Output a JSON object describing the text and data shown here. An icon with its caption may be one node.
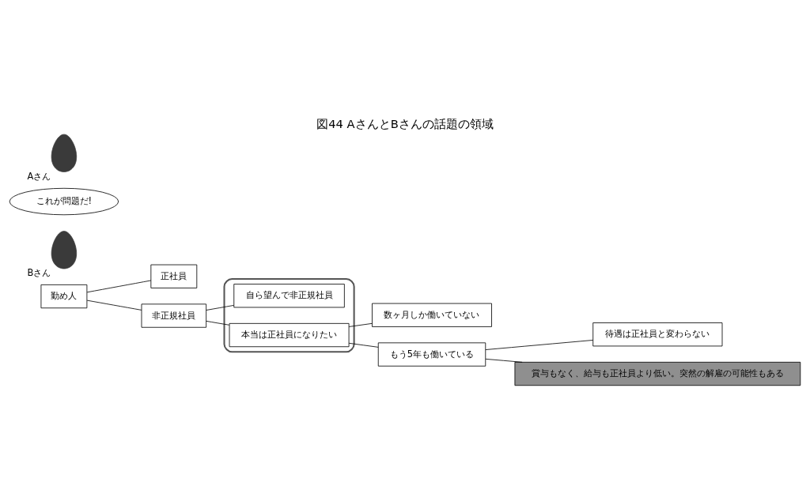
{
  "diagram": {
    "title": "図44 AさんとBさんの話題の領域",
    "nodes": [
      {
        "text": [
          "勤め人"
        ]
      },
      {
        "text": [
          "正社員"
        ]
      },
      {
        "text": [
          "非正規社員"
        ]
      },
      {
        "text": [],
        "shape": "box"
      },
      {
        "text": [
          "自ら望んで非正規社員"
        ],
        "in": 3
      },
      {
        "text": [
          "本当は正社員になりたい"
        ],
        "in": 3
      },
      {
        "text": [
          "数ヶ月しか働いていない"
        ]
      },
      {
        "text": [
          "もう5年も働いている"
        ]
      },
      {
        "text": [
          "待遇は正社員と変わらない"
        ]
      },
      {
        "text": [
          "賞与もなく、給与も正社員より低い。突然の解雇の可能性もある"
        ]
      },
      {
        "text": [],
        "shape": "person",
        "beside": [
          "Bさん"
        ]
      },
      {
        "text": [
          "これが問題だ!"
        ]
      },
      {
        "text": [],
        "shape": "person",
        "beside": [
          "Aさん"
        ]
      }
    ],
    "edges": [
      {
        "from": 0,
        "to": 1,
        "arrow": "none"
      },
      {
        "from": 0,
        "to": 2,
        "arrow": "none"
      },
      {
        "from": 2,
        "to": 4,
        "arrow": "none"
      },
      {
        "from": 2,
        "to": 5,
        "arrow": "none"
      },
      {
        "from": 5,
        "to": 6,
        "arrow": "none"
      },
      {
        "from": 5,
        "to": 7,
        "arrow": "none"
      },
      {
        "from": 7,
        "to": 8,
        "arrow": "none"
      },
      {
        "from": 7,
        "to": 9,
        "arrow": "none"
      }
    ]
  }
}
